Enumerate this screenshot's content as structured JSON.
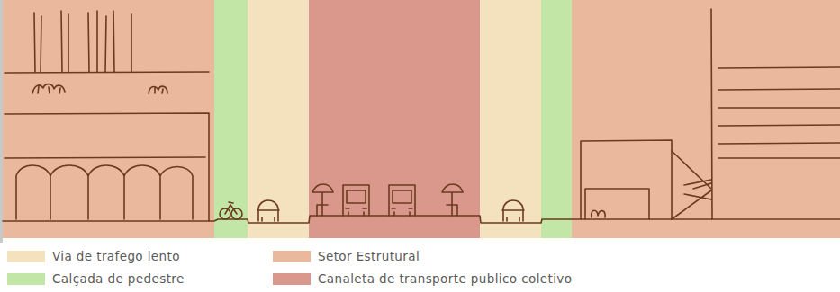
{
  "diagram": {
    "legend": [
      {
        "text": "Via de trafego lento",
        "color": "#f3e2bd"
      },
      {
        "text": "Setor Estrutural",
        "color": "#e9b89d"
      },
      {
        "text": "Calçada de pedestre",
        "color": "#c2e6a6"
      },
      {
        "text": "Canaleta de transporte publico coletivo",
        "color": "#da988d"
      }
    ]
  }
}
